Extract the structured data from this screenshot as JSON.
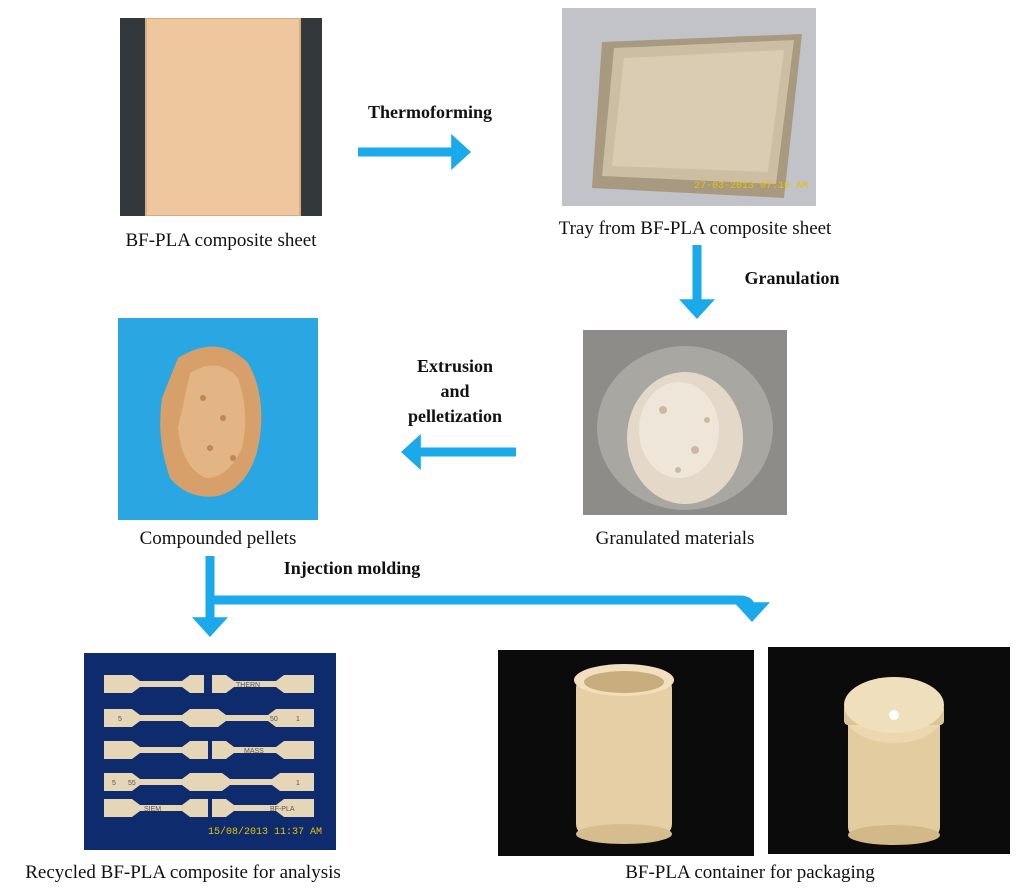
{
  "colors": {
    "arrow": "#1aa9ea",
    "stamp": "#e6c200"
  },
  "captions": {
    "sheet": "BF-PLA composite sheet",
    "tray": "Tray from BF-PLA composite sheet",
    "granulated": "Granulated materials",
    "pellets": "Compounded pellets",
    "recycled": "Recycled BF-PLA composite for analysis",
    "container": "BF-PLA container for packaging"
  },
  "steps": {
    "thermoforming": "Thermoforming",
    "granulation": "Granulation",
    "extrusion_line1": "Extrusion",
    "extrusion_line2": "and",
    "extrusion_line3": "pelletization",
    "injection": "Injection molding"
  },
  "photo_stamps": {
    "tray": "27-03-2013 07:16 AM",
    "recycled": "15/08/2013 11:37 AM"
  },
  "specimen_marks": [
    "THERN",
    "5",
    "50",
    "1",
    "MASS",
    "5",
    "55",
    "1",
    "SIEM",
    "BF-PLA"
  ]
}
